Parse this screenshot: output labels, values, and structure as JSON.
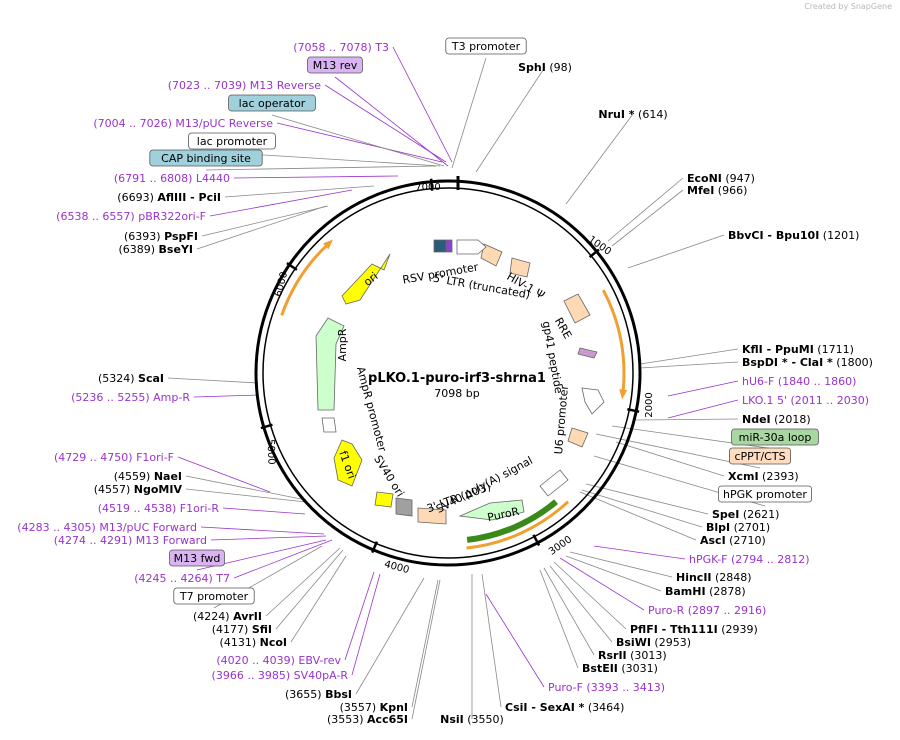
{
  "credit": "Created by SnapGene",
  "plasmid": {
    "name": "pLKO.1-puro-irf3-shrna1",
    "length": "7098 bp"
  },
  "ticks": [
    "1000",
    "2000",
    "3000",
    "4000",
    "5000",
    "6000",
    "7000"
  ],
  "inner_labels": [
    "RSV promoter",
    "5' LTR (truncated)",
    "HIV-1 Ψ",
    "RRE",
    "gp41 peptide",
    "U6 promoter",
    "PuroR",
    "3' LTR (ΔU3)",
    "SV40 poly(A) signal",
    "SV40 ori",
    "f1 ori",
    "AmpR promoter",
    "AmpR",
    "ori"
  ],
  "callouts": [
    {
      "name": "T3 promoter",
      "style": "box"
    },
    {
      "name": "SphI",
      "pos": "(98)",
      "style": "enzyme"
    },
    {
      "name": "NruI *",
      "pos": "(614)",
      "style": "enzyme"
    },
    {
      "name": "EcoNI",
      "pos": "(947)",
      "style": "enzyme"
    },
    {
      "name": "MfeI",
      "pos": "(966)",
      "style": "enzyme"
    },
    {
      "name": "BbvCI - Bpu10I",
      "pos": "(1201)",
      "style": "enzyme"
    },
    {
      "name": "KflI - PpuMI",
      "pos": "(1711)",
      "style": "enzyme"
    },
    {
      "name": "BspDI * - ClaI *",
      "pos": "(1800)",
      "style": "enzyme"
    },
    {
      "name": "hU6-F",
      "pos": "(1840 .. 1860)",
      "style": "primer"
    },
    {
      "name": "LKO.1 5'",
      "pos": "(2011 .. 2030)",
      "style": "primer"
    },
    {
      "name": "NdeI",
      "pos": "(2018)",
      "style": "enzyme"
    },
    {
      "name": "miR-30a loop",
      "style": "box-green"
    },
    {
      "name": "cPPT/CTS",
      "style": "box-orange"
    },
    {
      "name": "XcmI",
      "pos": "(2393)",
      "style": "enzyme"
    },
    {
      "name": "hPGK promoter",
      "style": "box"
    },
    {
      "name": "SpeI",
      "pos": "(2621)",
      "style": "enzyme"
    },
    {
      "name": "BlpI",
      "pos": "(2701)",
      "style": "enzyme"
    },
    {
      "name": "AscI",
      "pos": "(2710)",
      "style": "enzyme"
    },
    {
      "name": "hPGK-F",
      "pos": "(2794 .. 2812)",
      "style": "primer"
    },
    {
      "name": "HincII",
      "pos": "(2848)",
      "style": "enzyme"
    },
    {
      "name": "BamHI",
      "pos": "(2878)",
      "style": "enzyme"
    },
    {
      "name": "Puro-R",
      "pos": "(2897 .. 2916)",
      "style": "primer"
    },
    {
      "name": "PflFI - Tth111I",
      "pos": "(2939)",
      "style": "enzyme"
    },
    {
      "name": "BsiWI",
      "pos": "(2953)",
      "style": "enzyme"
    },
    {
      "name": "RsrII",
      "pos": "(3013)",
      "style": "enzyme"
    },
    {
      "name": "BstEII",
      "pos": "(3031)",
      "style": "enzyme"
    },
    {
      "name": "Puro-F",
      "pos": "(3393 .. 3413)",
      "style": "primer"
    },
    {
      "name": "CsiI - SexAI *",
      "pos": "(3464)",
      "style": "enzyme"
    },
    {
      "name": "NsiI",
      "pos": "(3550)",
      "style": "enzyme"
    },
    {
      "name": "Acc65I",
      "pos": "(3553)",
      "style": "enzyme"
    },
    {
      "name": "KpnI",
      "pos": "(3557)",
      "style": "enzyme"
    },
    {
      "name": "BbsI",
      "pos": "(3655)",
      "style": "enzyme"
    },
    {
      "name": "SV40pA-R",
      "pos": "(3966 .. 3985)",
      "style": "primer"
    },
    {
      "name": "EBV-rev",
      "pos": "(4020 .. 4039)",
      "style": "primer"
    },
    {
      "name": "NcoI",
      "pos": "(4131)",
      "style": "enzyme"
    },
    {
      "name": "SfiI",
      "pos": "(4177)",
      "style": "enzyme"
    },
    {
      "name": "AvrII",
      "pos": "(4224)",
      "style": "enzyme"
    },
    {
      "name": "T7 promoter",
      "style": "box"
    },
    {
      "name": "T7",
      "pos": "(4245 .. 4264)",
      "style": "primer"
    },
    {
      "name": "M13 fwd",
      "style": "box-purple"
    },
    {
      "name": "M13 Forward",
      "pos": "(4274 .. 4291)",
      "style": "primer"
    },
    {
      "name": "M13/pUC Forward",
      "pos": "(4283 .. 4305)",
      "style": "primer"
    },
    {
      "name": "F1ori-R",
      "pos": "(4519 .. 4538)",
      "style": "primer"
    },
    {
      "name": "NgoMIV",
      "pos": "(4557)",
      "style": "enzyme"
    },
    {
      "name": "NaeI",
      "pos": "(4559)",
      "style": "enzyme"
    },
    {
      "name": "F1ori-F",
      "pos": "(4729 .. 4750)",
      "style": "primer"
    },
    {
      "name": "Amp-R",
      "pos": "(5236 .. 5255)",
      "style": "primer"
    },
    {
      "name": "ScaI",
      "pos": "(5324)",
      "style": "enzyme"
    },
    {
      "name": "BseYI",
      "pos": "(6389)",
      "style": "enzyme"
    },
    {
      "name": "PspFI",
      "pos": "(6393)",
      "style": "enzyme"
    },
    {
      "name": "pBR322ori-F",
      "pos": "(6538 .. 6557)",
      "style": "primer"
    },
    {
      "name": "AflIII - PciI",
      "pos": "(6693)",
      "style": "enzyme"
    },
    {
      "name": "L4440",
      "pos": "(6791 .. 6808)",
      "style": "primer"
    },
    {
      "name": "CAP binding site",
      "style": "box-blue"
    },
    {
      "name": "lac promoter",
      "style": "box"
    },
    {
      "name": "M13/pUC Reverse",
      "pos": "(7004 .. 7026)",
      "style": "primer"
    },
    {
      "name": "lac operator",
      "style": "box-blue"
    },
    {
      "name": "M13 Reverse",
      "pos": "(7023 .. 7039)",
      "style": "primer"
    },
    {
      "name": "M13 rev",
      "style": "box-purple"
    },
    {
      "name": "T3",
      "pos": "(7058 .. 7078)",
      "style": "primer"
    }
  ],
  "colors": {
    "enzyme": "#000000",
    "primer": "#9933cc",
    "box_purple": "#d9b3f2",
    "box_blue": "#9fd0dc",
    "box_green": "#a9d7a1",
    "box_orange": "#ffdcc0",
    "ori": "#ffff00",
    "ampr": "#ccffcc",
    "puror": "#ccffcc",
    "ltr": "#ffd9b3",
    "promoter": "#ffffff",
    "gp41": "#cc99cc",
    "sv40pa": "#a0a0a0"
  }
}
